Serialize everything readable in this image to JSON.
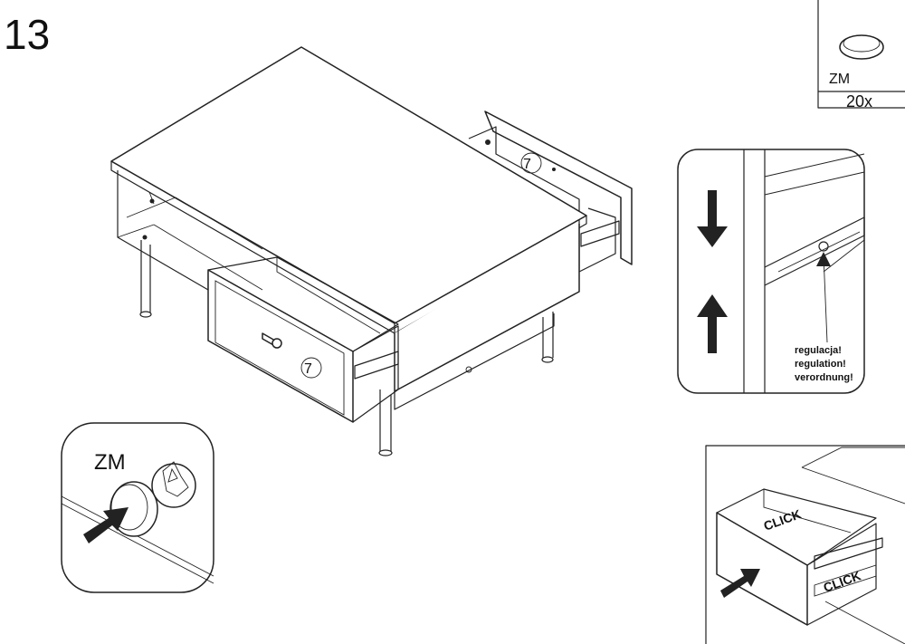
{
  "step": {
    "number": "13"
  },
  "parts_box": {
    "code": "ZM",
    "qty": "20x"
  },
  "callouts": {
    "drawer_left": "7",
    "drawer_right": "7",
    "zm_label": "ZM",
    "regulation_pl": "regulacja!",
    "regulation_en": "regulation!",
    "regulation_de": "verordnung!",
    "click_top": "CLICK",
    "click_bottom": "CLICK"
  }
}
